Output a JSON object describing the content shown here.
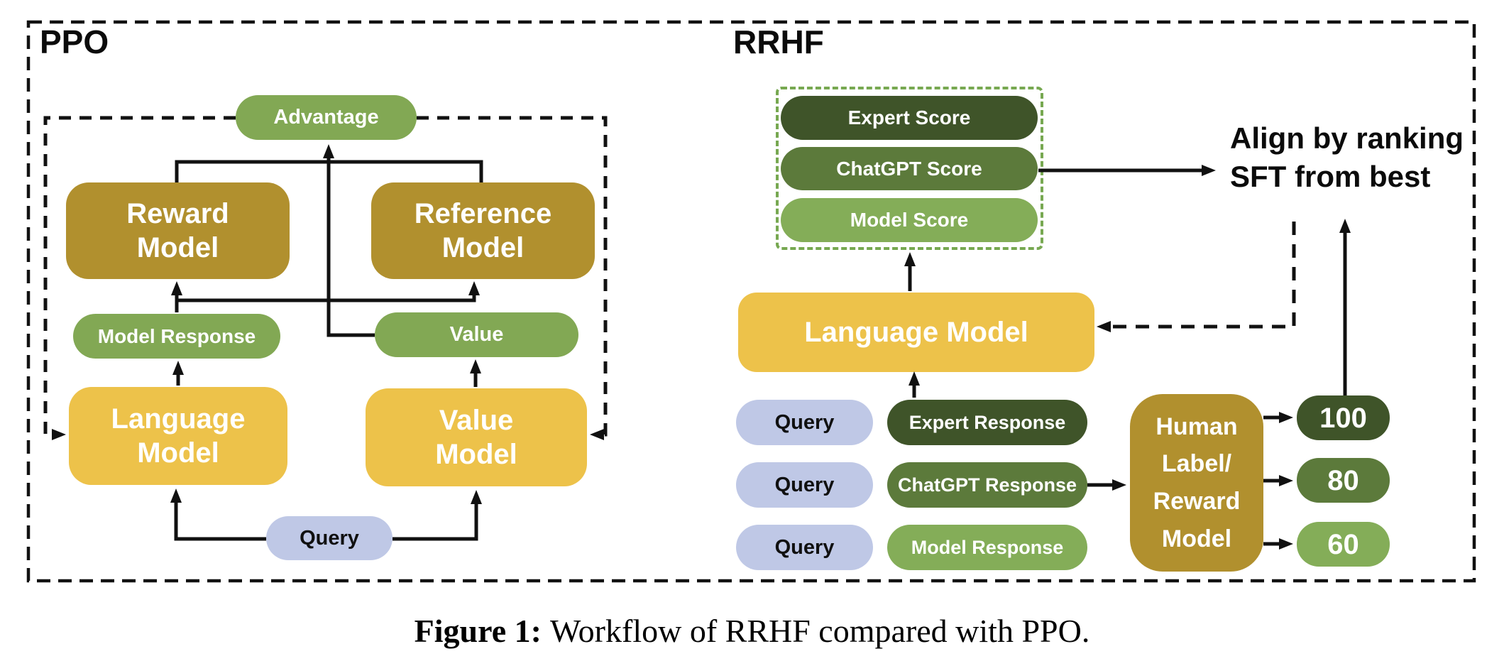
{
  "ppo": {
    "label": "PPO",
    "advantage": "Advantage",
    "reward_model": {
      "line1": "Reward",
      "line2": "Model"
    },
    "reference_model": {
      "line1": "Reference",
      "line2": "Model"
    },
    "model_response": "Model Response",
    "value": "Value",
    "language_model": {
      "line1": "Language",
      "line2": "Model"
    },
    "value_model": {
      "line1": "Value",
      "line2": "Model"
    },
    "query": "Query"
  },
  "rrhf": {
    "label": "RRHF",
    "scores": {
      "expert": "Expert Score",
      "chatgpt": "ChatGPT Score",
      "model": "Model Score"
    },
    "align_note": {
      "line1": "Align by ranking",
      "line2": "SFT from best"
    },
    "language_model": "Language Model",
    "rows": [
      {
        "query": "Query",
        "response": "Expert Response",
        "score": "100"
      },
      {
        "query": "Query",
        "response": "ChatGPT Response",
        "score": "80"
      },
      {
        "query": "Query",
        "response": "Model Response",
        "score": "60"
      }
    ],
    "human_label": {
      "line1": "Human",
      "line2": "Label/",
      "line3": "Reward",
      "line4": "Model"
    }
  },
  "caption": {
    "prefix": "Figure 1:",
    "text": "Workflow of RRHF compared with PPO."
  },
  "colors": {
    "gold": "#b1902e",
    "yellow": "#edc24a",
    "green": "#82a854",
    "green_dark": "#3f5429",
    "green_mid": "#5c7a3b",
    "green_light": "#84ad58",
    "lavender": "#bfc8e6",
    "green_border": "#77a851",
    "line": "#111111"
  }
}
